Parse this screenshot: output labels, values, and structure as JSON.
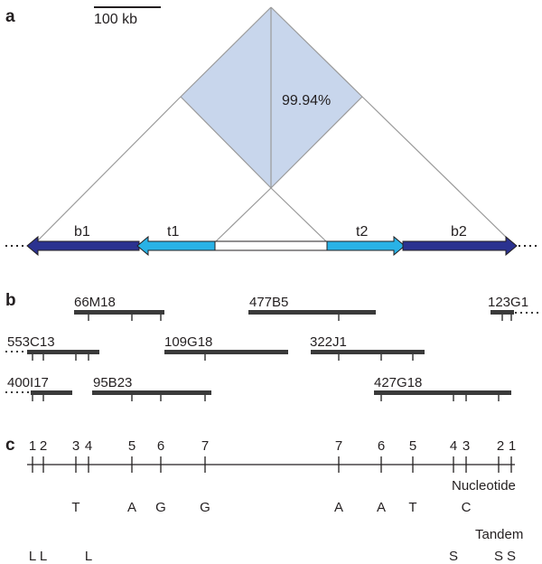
{
  "panels": {
    "a": "a",
    "b": "b",
    "c": "c"
  },
  "scale_bar": {
    "label": "100 kb"
  },
  "identity": {
    "value": "99.94%"
  },
  "segments": {
    "b1": "b1",
    "t1": "t1",
    "t2": "t2",
    "b2": "b2"
  },
  "clones": {
    "c66M18": "66M18",
    "c477B5": "477B5",
    "c123G1": "123G1",
    "c553C13": "553C13",
    "c109G18": "109G18",
    "c322J1": "322J1",
    "c400I17": "400I17",
    "c95B23": "95B23",
    "c427G18": "427G18"
  },
  "markers": [
    "1",
    "2",
    "3",
    "4",
    "5",
    "6",
    "7",
    "7",
    "6",
    "5",
    "4",
    "3",
    "2",
    "1"
  ],
  "row_labels": {
    "nucleotide": "Nucleotide",
    "tandem": "Tandem"
  },
  "nucleotide_calls": [
    "T",
    "A",
    "G",
    "G",
    "A",
    "A",
    "T",
    "C"
  ],
  "tandem_calls": [
    "L",
    "L",
    "L",
    "S",
    "S",
    "S"
  ],
  "colors": {
    "diamond_fill": "#c8d6ec",
    "line_gray": "#9a9a9a",
    "blue_dark": "#2b3290",
    "cyan": "#29b2e6",
    "bar": "#3a3a3a",
    "text": "#231f20"
  }
}
